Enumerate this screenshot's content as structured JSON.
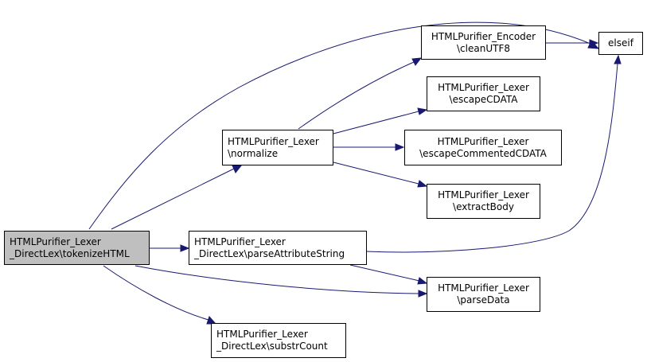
{
  "colors": {
    "edge": "#191970",
    "current_node_fill": "#bfbfbf",
    "node_fill": "#ffffff",
    "border": "#000000"
  },
  "nodes": {
    "tokenize": {
      "line1": "HTMLPurifier_Lexer",
      "line2": "_DirectLex\\tokenizeHTML"
    },
    "normalize": {
      "line1": "HTMLPurifier_Lexer",
      "line2": "\\normalize"
    },
    "parseattr": {
      "line1": "HTMLPurifier_Lexer",
      "line2": "_DirectLex\\parseAttributeString"
    },
    "substr": {
      "line1": "HTMLPurifier_Lexer",
      "line2": "_DirectLex\\substrCount"
    },
    "cleanutf8": {
      "line1": "HTMLPurifier_Encoder",
      "line2": "\\cleanUTF8"
    },
    "escapecdata": {
      "line1": "HTMLPurifier_Lexer",
      "line2": "\\escapeCDATA"
    },
    "escapecomm": {
      "line1": "HTMLPurifier_Lexer",
      "line2": "\\escapeCommentedCDATA"
    },
    "extractbody": {
      "line1": "HTMLPurifier_Lexer",
      "line2": "\\extractBody"
    },
    "parsedata": {
      "line1": "HTMLPurifier_Lexer",
      "line2": "\\parseData"
    },
    "elseif": {
      "line1": "elseif"
    }
  }
}
